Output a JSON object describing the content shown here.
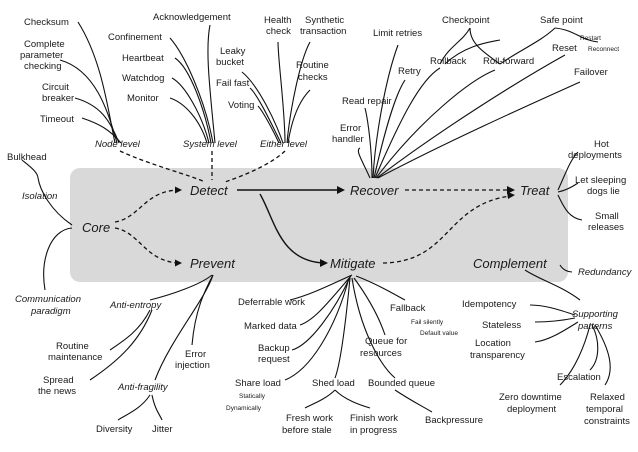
{
  "core": {
    "box_label": "Core",
    "detect": "Detect",
    "prevent": "Prevent",
    "recover": "Recover",
    "mitigate": "Mitigate",
    "treat": "Treat",
    "complement": "Complement"
  },
  "detect_group": {
    "node_level": "Node level",
    "system_level": "System level",
    "either_level": "Either level",
    "node_items": [
      "Checksum",
      "Complete",
      "parameter",
      "checking",
      "Circuit",
      "breaker",
      "Timeout"
    ],
    "system_items": [
      "Acknowledgement",
      "Confinement",
      "Heartbeat",
      "Watchdog",
      "Monitor"
    ],
    "either_items": [
      "Health",
      "check",
      "Synthetic",
      "transaction",
      "Leaky",
      "bucket",
      "Fail fast",
      "Voting",
      "Routine",
      "checks"
    ]
  },
  "recover_group": {
    "items": [
      "Limit retries",
      "Checkpoint",
      "Safe point",
      "Restart",
      "Reconnect",
      "Retry",
      "Rollback",
      "Roll-forward",
      "Reset",
      "Failover",
      "Read repair",
      "Error",
      "handler"
    ]
  },
  "treat_group": {
    "items": [
      "Hot",
      "deployments",
      "Let sleeping",
      "dogs lie",
      "Small",
      "releases"
    ]
  },
  "core_branches": {
    "bulkhead": "Bulkhead",
    "isolation": "Isolation",
    "communication": "Communication",
    "paradigm": "paradigm"
  },
  "prevent_group": {
    "anti_entropy": "Anti-entropy",
    "anti_fragility": "Anti-fragility",
    "items": [
      "Routine",
      "maintenance",
      "Spread",
      "the news",
      "Error",
      "injection",
      "Diversity",
      "Jitter"
    ]
  },
  "mitigate_group": {
    "items": [
      "Deferrable work",
      "Marked data",
      "Backup",
      "request",
      "Share load",
      "Statically",
      "Dynamically",
      "Shed load",
      "Fresh work",
      "before stale",
      "Finish work",
      "in progress",
      "Bounded queue",
      "Backpressure",
      "Queue for",
      "resources",
      "Fallback",
      "Fail silently",
      "Default value"
    ]
  },
  "complement_group": {
    "redundancy": "Redundancy",
    "supporting": "Supporting",
    "patterns": "patterns",
    "items": [
      "Idempotency",
      "Stateless",
      "Location",
      "transparency",
      "Escalation",
      "Zero downtime",
      "deployment",
      "Relaxed",
      "temporal",
      "constraints"
    ]
  }
}
